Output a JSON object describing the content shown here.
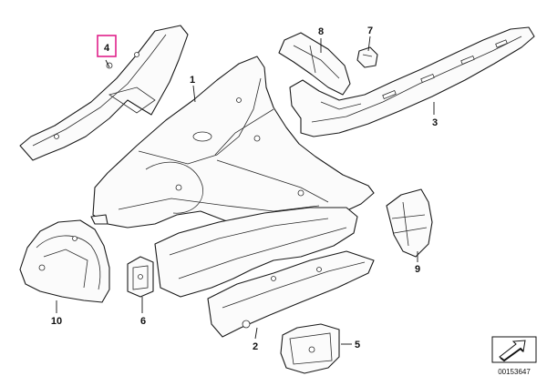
{
  "diagram": {
    "callouts": [
      "1",
      "2",
      "3",
      "4",
      "5",
      "6",
      "7",
      "8",
      "9",
      "10"
    ],
    "highlighted_callout": "4",
    "highlight_color": "#e0218a",
    "document_number": "00153647",
    "corner_icon": "view-direction-arrow-icon"
  }
}
